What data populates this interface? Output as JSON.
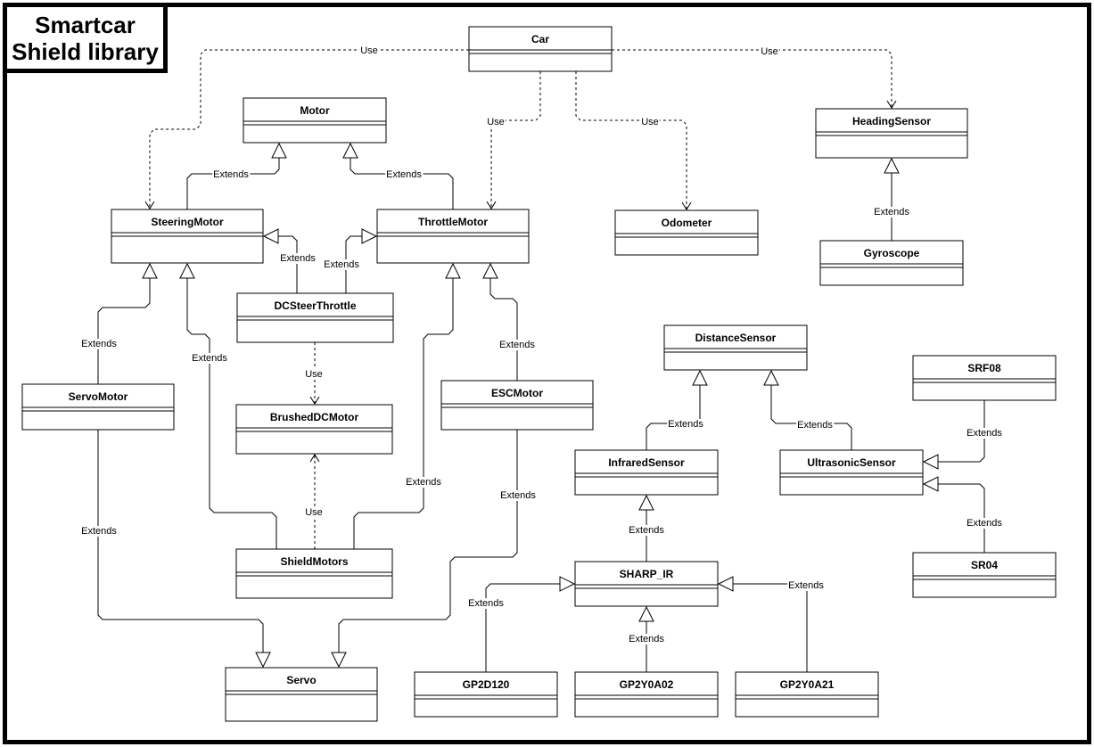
{
  "title": {
    "line1": "Smartcar",
    "line2": "Shield library"
  },
  "classes": {
    "car": "Car",
    "motor": "Motor",
    "heading_sensor": "HeadingSensor",
    "steering_motor": "SteeringMotor",
    "throttle_motor": "ThrottleMotor",
    "odometer": "Odometer",
    "gyroscope": "Gyroscope",
    "dc_steer_throttle": "DCSteerThrottle",
    "distance_sensor": "DistanceSensor",
    "srf08": "SRF08",
    "servo_motor": "ServoMotor",
    "brushed_dc_motor": "BrushedDCMotor",
    "esc_motor": "ESCMotor",
    "infrared_sensor": "InfraredSensor",
    "ultrasonic_sensor": "UltrasonicSensor",
    "shield_motors": "ShieldMotors",
    "sharp_ir": "SHARP_IR",
    "sr04": "SR04",
    "servo": "Servo",
    "gp2d120": "GP2D120",
    "gp2y0a02": "GP2Y0A02",
    "gp2y0a21": "GP2Y0A21"
  },
  "relation_labels": {
    "use": "Use",
    "extends": "Extends"
  }
}
